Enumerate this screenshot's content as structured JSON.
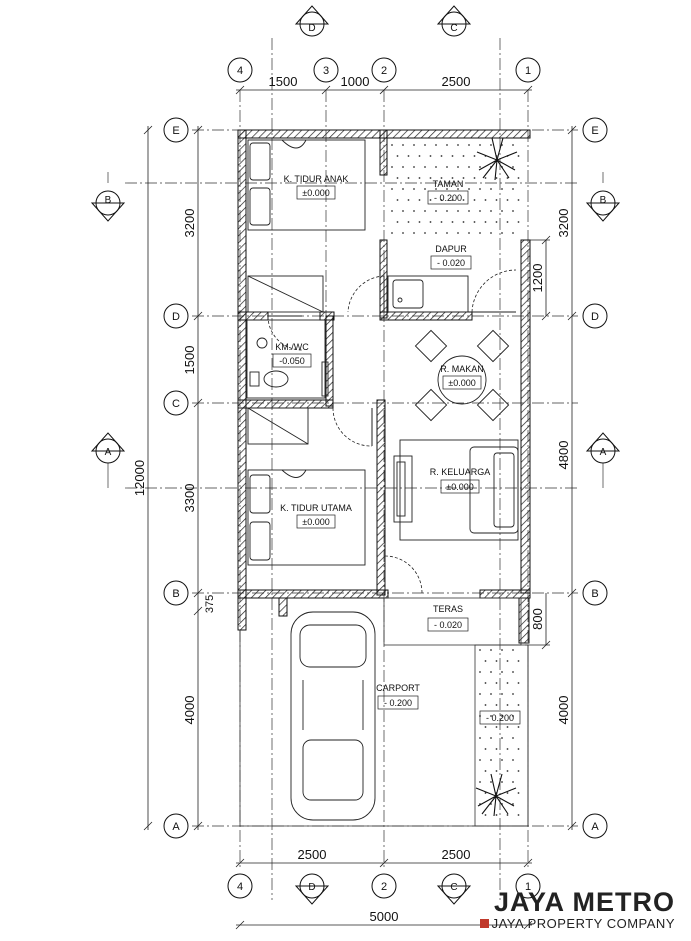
{
  "grid_labels": {
    "col_4": "4",
    "col_3": "3",
    "col_2": "2",
    "col_1": "1",
    "row_E": "E",
    "row_D": "D",
    "row_C": "C",
    "row_B": "B",
    "row_A": "A",
    "sec_D": "D",
    "sec_C": "C",
    "sec_B": "B",
    "sec_A": "A"
  },
  "dimensions": {
    "top_1500": "1500",
    "top_1000": "1000",
    "top_2500": "2500",
    "bottom_2500_left": "2500",
    "bottom_2500_right": "2500",
    "bottom_5000": "5000",
    "left_3200": "3200",
    "left_1500": "1500",
    "left_3300": "3300",
    "left_375": "375",
    "left_4000": "4000",
    "left_12000": "12000",
    "right_3200": "3200",
    "right_1200": "1200",
    "right_4800": "4800",
    "right_800": "800",
    "right_4000": "4000"
  },
  "rooms": {
    "tidur_anak": {
      "name": "K. TIDUR ANAK",
      "level": "±0.000"
    },
    "taman": {
      "name": "TAMAN",
      "level": "- 0.200"
    },
    "dapur": {
      "name": "DAPUR",
      "level": "- 0.020"
    },
    "kmwc": {
      "name": "KM./WC",
      "level": "-0.050"
    },
    "makan": {
      "name": "R. MAKAN",
      "level": "±0.000"
    },
    "keluarga": {
      "name": "R. KELUARGA",
      "level": "±0.000"
    },
    "tidur_utama": {
      "name": "K. TIDUR UTAMA",
      "level": "±0.000"
    },
    "teras": {
      "name": "TERAS",
      "level": "- 0.020"
    },
    "carport": {
      "name": "CARPORT",
      "level": "- 0.200"
    },
    "garden_side": {
      "level": "- 0.200"
    }
  },
  "brand": {
    "name": "JAYA METRO",
    "sub": "JAYA PROPERTY COMPANY"
  }
}
